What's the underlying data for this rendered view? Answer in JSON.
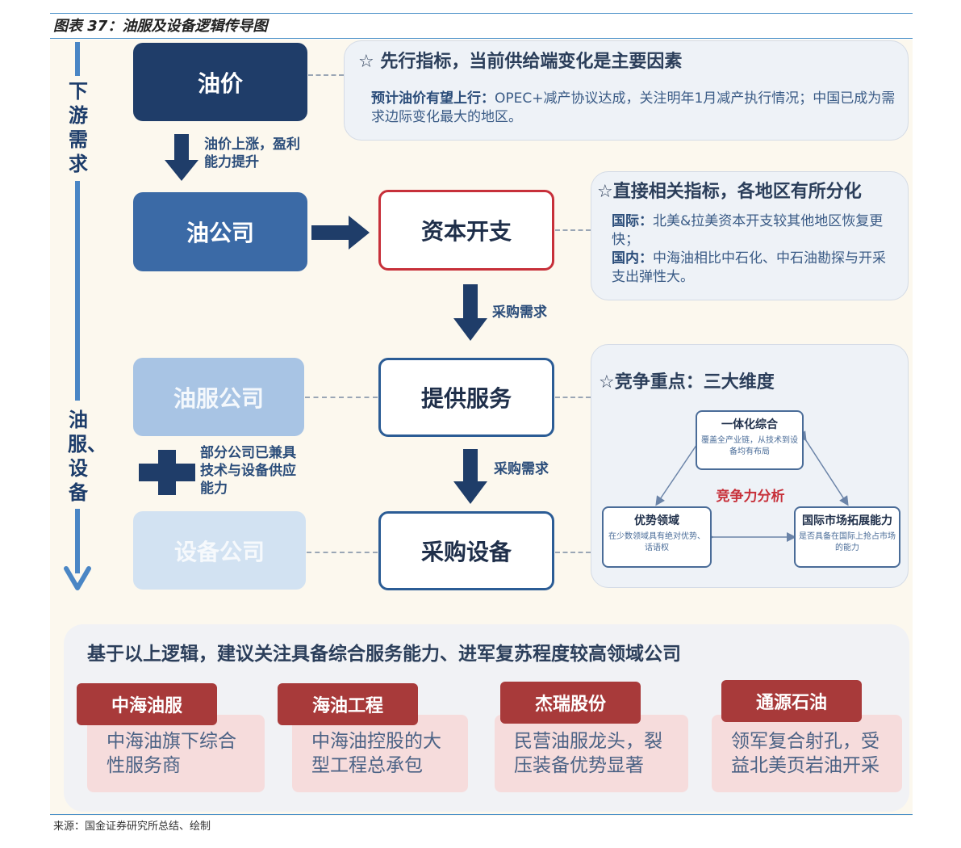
{
  "figure_title": "图表 37：油服及设备逻辑传导图",
  "side": {
    "top_label": "下游需求",
    "bottom_label": "油服、设备"
  },
  "boxes": {
    "oil_price": "油价",
    "oil_company": "油公司",
    "capex": "资本开支",
    "oilfield_service_company": "油服公司",
    "provide_service": "提供服务",
    "equipment_company": "设备公司",
    "purchase_equipment": "采购设备"
  },
  "arrow_labels": {
    "oil_price_to_company": "油价上涨，盈利能力提升",
    "capex_to_service": "采购需求",
    "service_to_equipment": "采购需求",
    "service_plus_equipment": "部分公司已兼具技术与设备供应能力"
  },
  "panels": {
    "leading": {
      "heading": "☆ 先行指标，当前供给端变化是主要因素",
      "lead": "预计油价有望上行：",
      "text": "OPEC+减产协议达成，关注明年1月减产执行情况；中国已成为需求边际变化最大的地区。"
    },
    "direct": {
      "heading": "☆直接相关指标，各地区有所分化",
      "intl_lead": "国际：",
      "intl_text": "北美&拉美资本开支较其他地区恢复更快；",
      "dom_lead": "国内：",
      "dom_text": "中海油相比中石化、中石油勘探与开采支出弹性大。"
    },
    "competition": {
      "heading": "☆竞争重点：三大维度",
      "center": "竞争力分析",
      "nodes": {
        "integrated": {
          "title": "一体化综合",
          "desc": "覆盖全产业链，从技术到设备均有布局"
        },
        "advantage": {
          "title": "优势领域",
          "desc": "在少数领域具有绝对优势、话语权"
        },
        "international": {
          "title": "国际市场拓展能力",
          "desc": "是否具备在国际上抢占市场的能力"
        }
      }
    }
  },
  "bottom": {
    "heading": "基于以上逻辑，建议关注具备综合服务能力、进军复苏程度较高领域公司",
    "companies": [
      {
        "name": "中海油服",
        "desc": "中海油旗下综合性服务商"
      },
      {
        "name": "海油工程",
        "desc": "中海油控股的大型工程总承包"
      },
      {
        "name": "杰瑞股份",
        "desc": "民营油服龙头，裂压装备优势显著"
      },
      {
        "name": "通源石油",
        "desc": "领军复合射孔，受益北美页岩油开采"
      }
    ]
  },
  "source": "来源：国金证券研究所总结、绘制",
  "colors": {
    "navy": "#1f3d69",
    "blue": "#3b6aa6",
    "red_tag": "#a83a3a",
    "accent_red": "#c7303a"
  }
}
